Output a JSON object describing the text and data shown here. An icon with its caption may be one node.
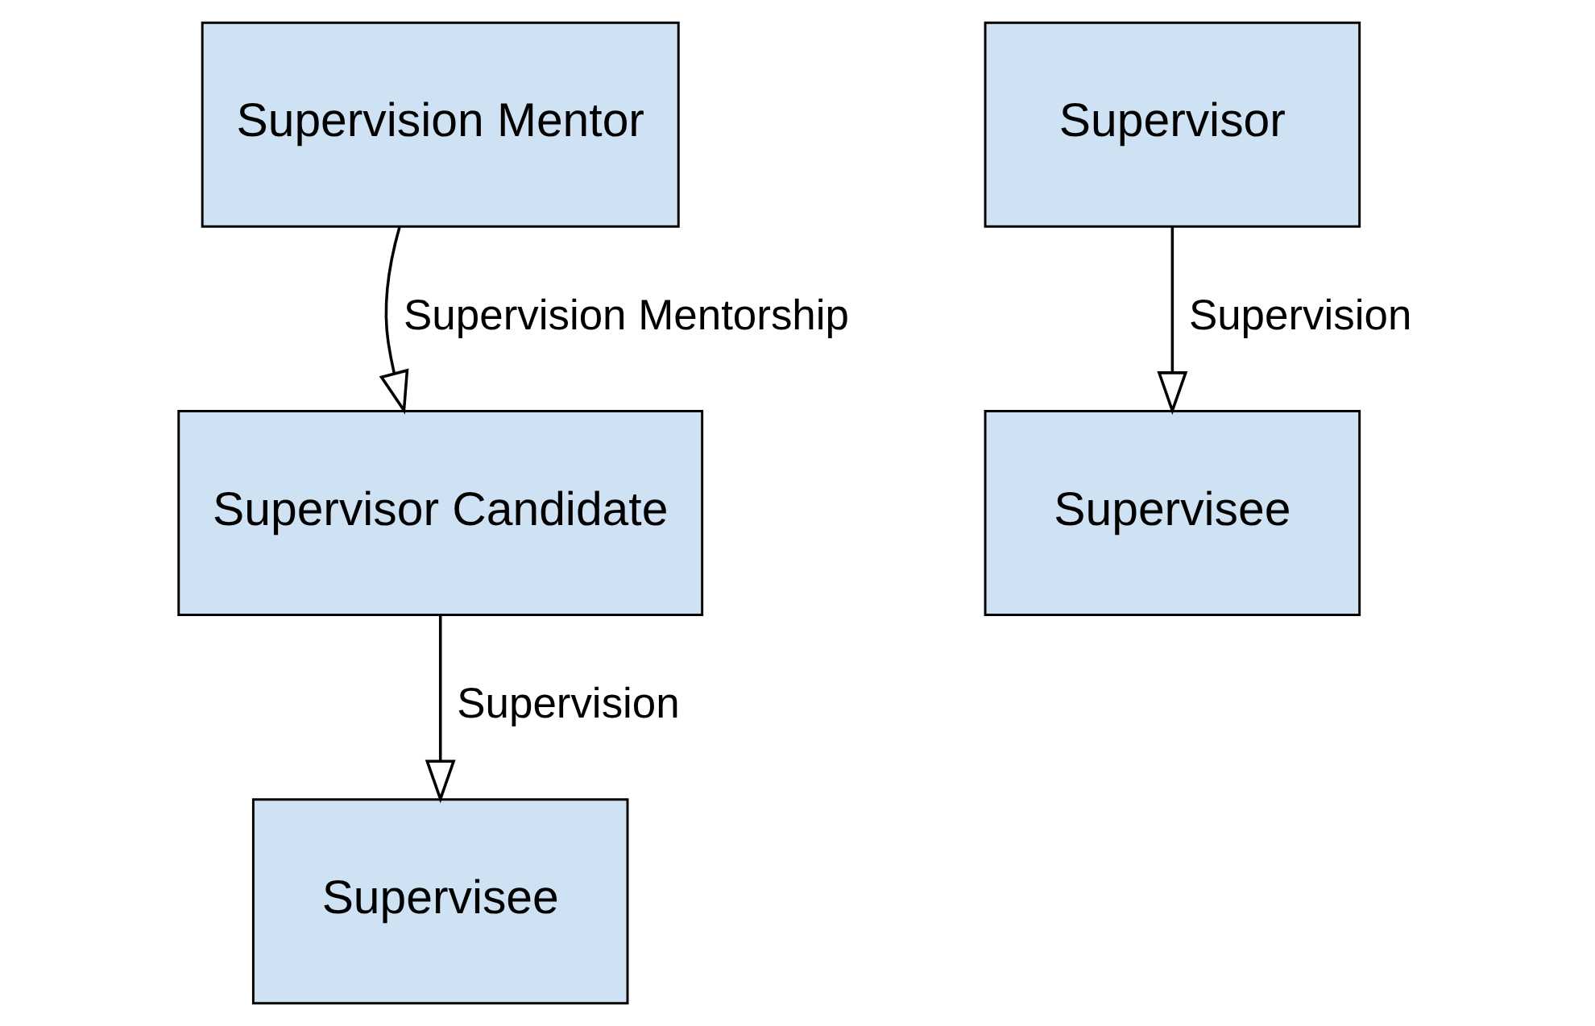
{
  "diagram": {
    "nodes": [
      {
        "text": [
          "Supervision Mentor"
        ]
      },
      {
        "text": [
          "Supervisor Candidate"
        ]
      },
      {
        "text": [
          "Supervisee"
        ]
      },
      {
        "text": [
          "Supervisor"
        ]
      },
      {
        "text": [
          "Supervisee"
        ]
      }
    ],
    "edges": [
      {
        "from": 0,
        "to": 1,
        "arrow": "to",
        "label": "Supervision Mentorship"
      },
      {
        "from": 1,
        "to": 2,
        "arrow": "to",
        "label": "Supervision"
      },
      {
        "from": 3,
        "to": 4,
        "arrow": "to",
        "label": "Supervision"
      }
    ]
  }
}
